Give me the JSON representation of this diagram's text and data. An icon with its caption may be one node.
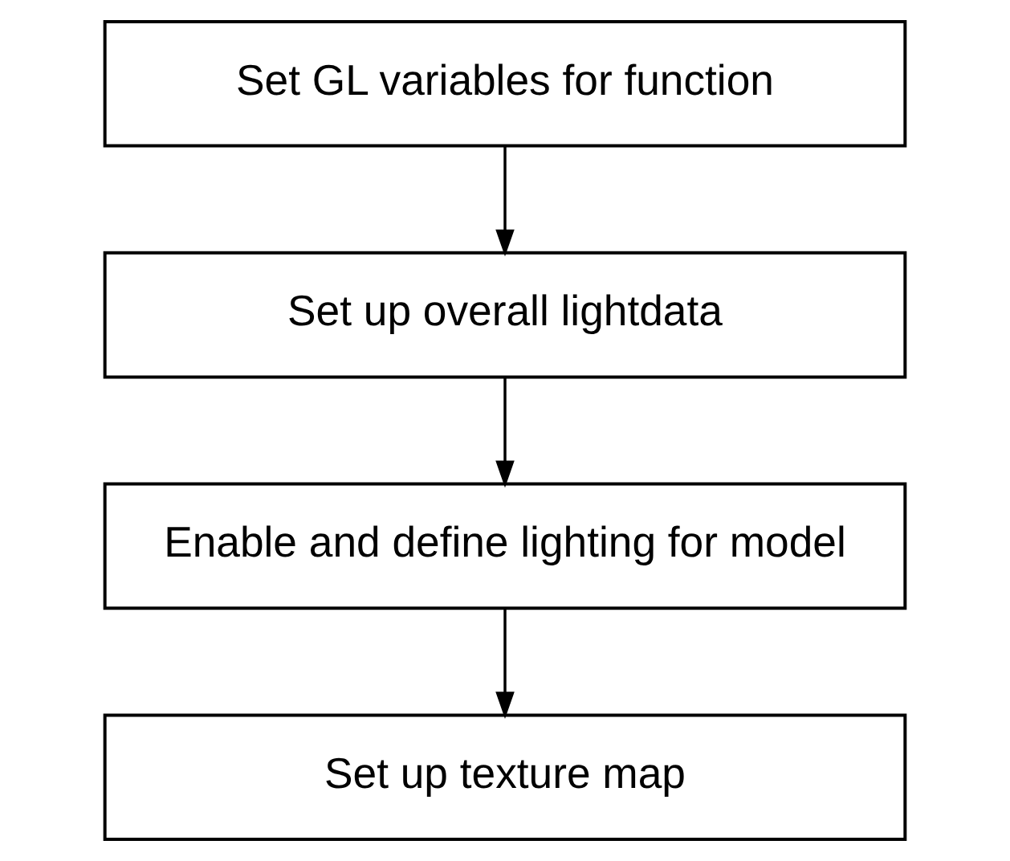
{
  "diagram": {
    "nodes": [
      {
        "text": [
          "Set GL variables for function"
        ]
      },
      {
        "text": [
          "Set up overall lightdata"
        ]
      },
      {
        "text": [
          "Enable and define lighting for model"
        ]
      },
      {
        "text": [
          "Set up texture map"
        ]
      }
    ],
    "edges": [
      {
        "from": 0,
        "to": 1,
        "arrow": "to"
      },
      {
        "from": 1,
        "to": 2,
        "arrow": "to"
      },
      {
        "from": 2,
        "to": 3,
        "arrow": "to"
      }
    ]
  }
}
